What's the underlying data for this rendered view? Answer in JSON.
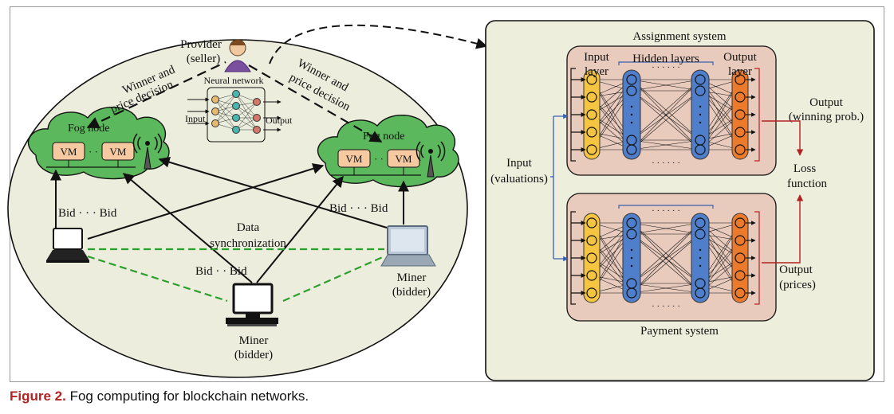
{
  "caption": {
    "label": "Figure 2.",
    "text": " Fog computing for blockchain networks."
  },
  "left_panel": {
    "provider": "Provider",
    "provider_sub": "(seller)",
    "neural_network": "Neural network",
    "nn_input": "Input",
    "nn_output": "Output",
    "decision_line1": "Winner and",
    "decision_line2": "price decision",
    "fog_node": "Fog node",
    "vm": "VM",
    "vm_dots": "· ·",
    "bid_left": "Bid · · · Bid",
    "bid_center": "Bid · · Bid",
    "bid_right": "Bid · · · Bid",
    "data_sync_line1": "Data",
    "data_sync_line2": "synchronization",
    "miner": "Miner",
    "miner_sub": "(bidder)"
  },
  "right_panel": {
    "assignment_system": "Assignment system",
    "payment_system": "Payment system",
    "input_layer_line1": "Input",
    "input_layer_line2": "layer",
    "hidden_layers": "Hidden layers",
    "output_layer_line1": "Output",
    "output_layer_line2": "layer",
    "input_line1": "Input",
    "input_line2": "(valuations)",
    "output_win_line1": "Output",
    "output_win_line2": "(winning prob.)",
    "loss_line1": "Loss",
    "loss_line2": "function",
    "output_price_line1": "Output",
    "output_price_line2": "(prices)",
    "dots": "· · · · · ·"
  },
  "colors": {
    "fog_cloud": "#5cb85c",
    "vm_box": "#f6c9a0",
    "right_panel_bg": "#eeeedd",
    "system_box_bg": "#e9cbbd",
    "input_neuron": "#f5c542",
    "hidden_neuron": "#4f7ecb",
    "output_neuron": "#ec7a2c",
    "sync_line": "#2ca02c",
    "loss_arrow": "#b22222",
    "input_arrow": "#3a5fb0"
  },
  "icons": [
    "provider-person-icon",
    "antenna-tower-icon",
    "laptop-icon",
    "desktop-computer-icon"
  ]
}
